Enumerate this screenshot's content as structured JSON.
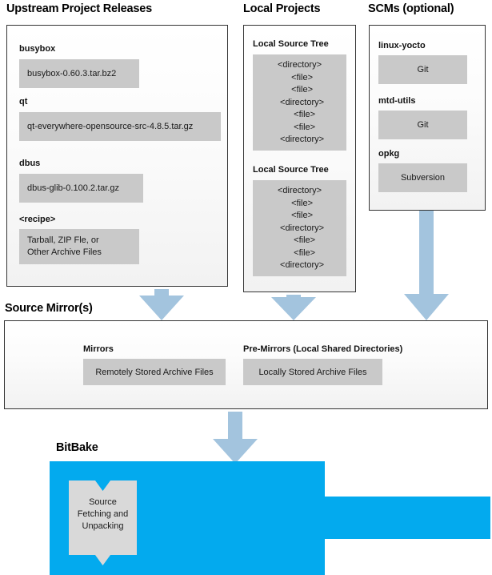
{
  "colors": {
    "arrow": "#a3c4de",
    "bitbake_blue": "#03aaee",
    "chip_gray": "#c9c9c9",
    "panel_border": "#333333",
    "text": "#1a1a1a"
  },
  "headings": {
    "upstream": "Upstream Project Releases",
    "local_projects": "Local Projects",
    "scms": "SCMs (optional)",
    "source_mirrors": "Source Mirror(s)",
    "bitbake": "BitBake"
  },
  "upstream": {
    "entries": [
      {
        "label": "busybox",
        "value": "busybox-0.60.3.tar.bz2"
      },
      {
        "label": "qt",
        "value": "qt-everywhere-opensource-src-4.8.5.tar.gz"
      },
      {
        "label": "dbus",
        "value": "dbus-glib-0.100.2.tar.gz"
      },
      {
        "label": "<recipe>",
        "value_line1": "Tarball, ZIP Fle, or",
        "value_line2": "Other Archive Files"
      }
    ]
  },
  "local_projects": {
    "trees": [
      {
        "label": "Local Source Tree",
        "rows": [
          "<directory>",
          "  <file>",
          "  <file>",
          "  <directory>",
          "    <file>",
          "    <file>",
          "  <directory>"
        ]
      },
      {
        "label": "Local Source Tree",
        "rows": [
          "<directory>",
          "  <file>",
          "  <file>",
          "  <directory>",
          "    <file>",
          "    <file>",
          "  <directory>"
        ]
      }
    ]
  },
  "scms": {
    "entries": [
      {
        "label": "linux-yocto",
        "value": "Git"
      },
      {
        "label": "mtd-utils",
        "value": "Git"
      },
      {
        "label": "opkg",
        "value": "Subversion"
      }
    ]
  },
  "source_mirrors": {
    "groups": [
      {
        "label": "Mirrors",
        "value": "Remotely Stored Archive Files"
      },
      {
        "label": "Pre-Mirrors (Local Shared Directories)",
        "value": "Locally Stored Archive Files"
      }
    ]
  },
  "bitbake": {
    "process_label": "Source\nFetching and\nUnpacking"
  },
  "arrows": [
    {
      "name": "arrow-upstream-to-mirrors"
    },
    {
      "name": "arrow-local-projects-to-mirrors"
    },
    {
      "name": "arrow-scms-to-mirrors"
    },
    {
      "name": "arrow-mirrors-to-bitbake"
    }
  ]
}
